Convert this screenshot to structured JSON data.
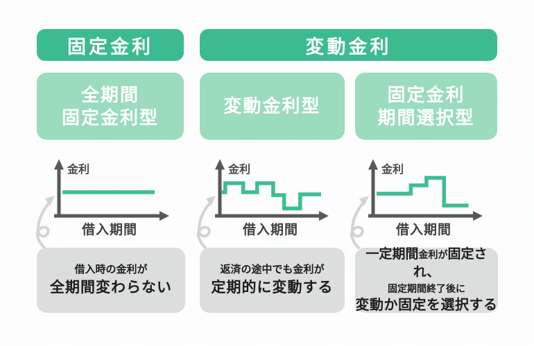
{
  "palette": {
    "green": "#3dbb90",
    "green_light": "#9adcbc",
    "gray_box": "#dcdddd",
    "axis_gray": "#595757",
    "spiral_gray": "#d2d3d3",
    "text_dark": "#1c1c1c",
    "text_white": "#ffffff"
  },
  "headers": {
    "fixed": "固定金利",
    "variable": "変動金利"
  },
  "types": {
    "t1_line1": "全期間",
    "t1_line2": "固定金利型",
    "t2_line1": "変動金利型",
    "t3_line1": "固定金利",
    "t3_line2": "期間選択型"
  },
  "descriptions": {
    "d1_line1": "借入時の金利が",
    "d1_line2": "全期間変わらない",
    "d2_line1": "返済の途中でも金利が",
    "d2_line2": "定期的に変動する",
    "d3_l1a": "一定期間",
    "d3_l1b": "金利が",
    "d3_l1c": "固定され、",
    "d3_line2": "固定期間終了後に",
    "d3_line3": "変動か固定を選択する"
  },
  "chart_data": [
    {
      "type": "line",
      "title": "全期間固定金利型",
      "xlabel": "借入期間",
      "ylabel": "金利",
      "x_range": [
        0,
        100
      ],
      "y_range": [
        0,
        100
      ],
      "line_color": "#3ebd92",
      "grid": false,
      "legend": "none",
      "description": "interest rate stays flat for whole loan period",
      "series": [
        [
          0,
          60
        ],
        [
          100,
          60
        ]
      ]
    },
    {
      "type": "line",
      "title": "変動金利型",
      "xlabel": "借入期間",
      "ylabel": "金利",
      "x_range": [
        0,
        100
      ],
      "y_range": [
        0,
        100
      ],
      "line_color": "#3ebd92",
      "grid": false,
      "legend": "none",
      "description": "stepped line fluctuating up and down over time",
      "series": [
        [
          0,
          60
        ],
        [
          4,
          60
        ],
        [
          4,
          85
        ],
        [
          22,
          85
        ],
        [
          22,
          60
        ],
        [
          36,
          60
        ],
        [
          36,
          85
        ],
        [
          52,
          85
        ],
        [
          52,
          52
        ],
        [
          63,
          52
        ],
        [
          63,
          15
        ],
        [
          79,
          15
        ],
        [
          79,
          54
        ],
        [
          100,
          54
        ]
      ]
    },
    {
      "type": "line",
      "title": "固定金利期間選択型",
      "xlabel": "借入期間",
      "ylabel": "金利",
      "x_range": [
        0,
        100
      ],
      "y_range": [
        0,
        100
      ],
      "line_color": "#3ebd92",
      "grid": false,
      "legend": "none",
      "description": "long flat fixed period, then steps up, then drops after fixed term ends",
      "series": [
        [
          0,
          56
        ],
        [
          35,
          56
        ],
        [
          35,
          79
        ],
        [
          51,
          79
        ],
        [
          51,
          100
        ],
        [
          69,
          100
        ],
        [
          69,
          23
        ],
        [
          94,
          23
        ]
      ]
    }
  ]
}
